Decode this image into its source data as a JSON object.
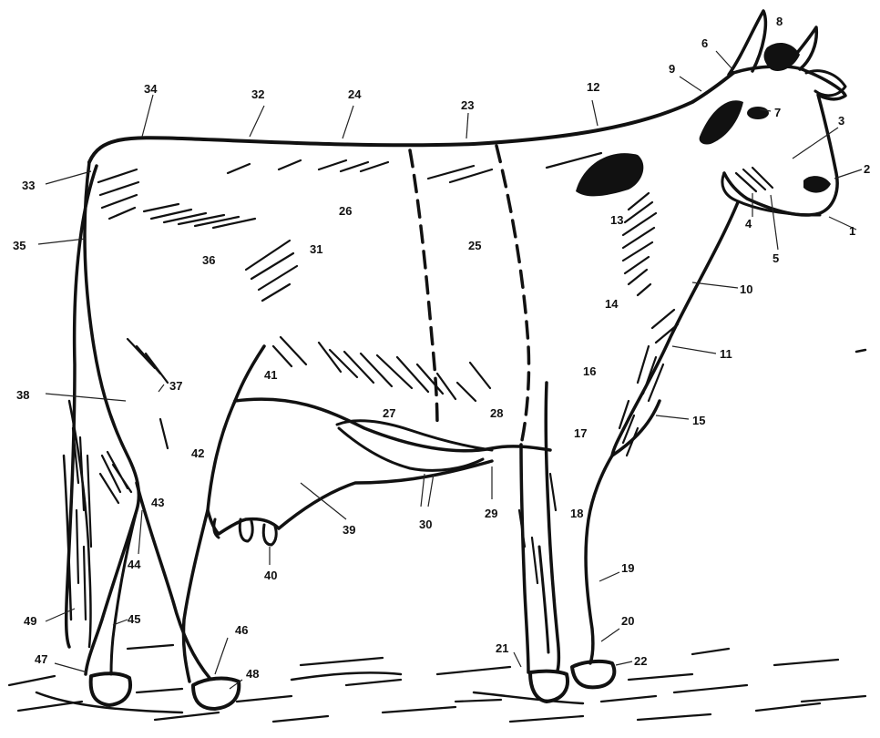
{
  "labels": [
    {
      "id": "1",
      "text": "1"
    },
    {
      "id": "2",
      "text": "2"
    },
    {
      "id": "3",
      "text": "3"
    },
    {
      "id": "4",
      "text": "4"
    },
    {
      "id": "5",
      "text": "5"
    },
    {
      "id": "6",
      "text": "6"
    },
    {
      "id": "7",
      "text": "7"
    },
    {
      "id": "8",
      "text": "8"
    },
    {
      "id": "9",
      "text": "9"
    },
    {
      "id": "10",
      "text": "10"
    },
    {
      "id": "11",
      "text": "11"
    },
    {
      "id": "12",
      "text": "12"
    },
    {
      "id": "13",
      "text": "13"
    },
    {
      "id": "14",
      "text": "14"
    },
    {
      "id": "15",
      "text": "15"
    },
    {
      "id": "16",
      "text": "16"
    },
    {
      "id": "17",
      "text": "17"
    },
    {
      "id": "18",
      "text": "18"
    },
    {
      "id": "19",
      "text": "19"
    },
    {
      "id": "20",
      "text": "20"
    },
    {
      "id": "21",
      "text": "21"
    },
    {
      "id": "22",
      "text": "22"
    },
    {
      "id": "23",
      "text": "23"
    },
    {
      "id": "24",
      "text": "24"
    },
    {
      "id": "25",
      "text": "25"
    },
    {
      "id": "26",
      "text": "26"
    },
    {
      "id": "27",
      "text": "27"
    },
    {
      "id": "28",
      "text": "28"
    },
    {
      "id": "29",
      "text": "29"
    },
    {
      "id": "30",
      "text": "30"
    },
    {
      "id": "31",
      "text": "31"
    },
    {
      "id": "32",
      "text": "32"
    },
    {
      "id": "33",
      "text": "33"
    },
    {
      "id": "34",
      "text": "34"
    },
    {
      "id": "35",
      "text": "35"
    },
    {
      "id": "36",
      "text": "36"
    },
    {
      "id": "37",
      "text": "37"
    },
    {
      "id": "38",
      "text": "38"
    },
    {
      "id": "39",
      "text": "39"
    },
    {
      "id": "40",
      "text": "40"
    },
    {
      "id": "41",
      "text": "41"
    },
    {
      "id": "42",
      "text": "42"
    },
    {
      "id": "43",
      "text": "43"
    },
    {
      "id": "44",
      "text": "44"
    },
    {
      "id": "45",
      "text": "45"
    },
    {
      "id": "46",
      "text": "46"
    },
    {
      "id": "47",
      "text": "47"
    },
    {
      "id": "48",
      "text": "48"
    },
    {
      "id": "49",
      "text": "49"
    }
  ],
  "colors": {
    "ink": "#111111",
    "background": "#ffffff"
  }
}
